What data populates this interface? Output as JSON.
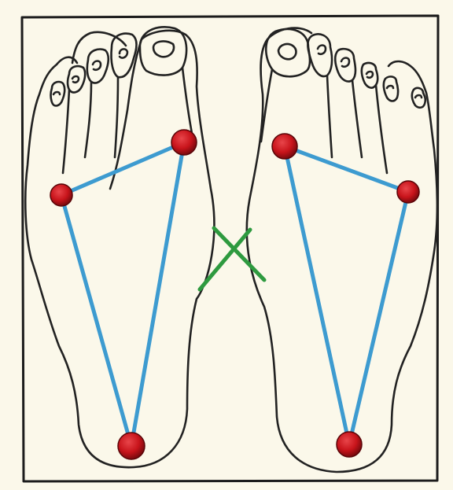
{
  "colors": {
    "paper": "#fbf8ea",
    "frame": "#1c1c1c",
    "foot_outline": "#222222",
    "connector_line": "#3d9bd0",
    "pressure_point": "#c8141b",
    "pressure_point_dark": "#7a0a0e",
    "cross_mark": "#2e9a3f"
  },
  "diagram": {
    "feet": [
      "left",
      "right"
    ],
    "points_per_foot": 3,
    "symbol_between_feet": "cross"
  }
}
